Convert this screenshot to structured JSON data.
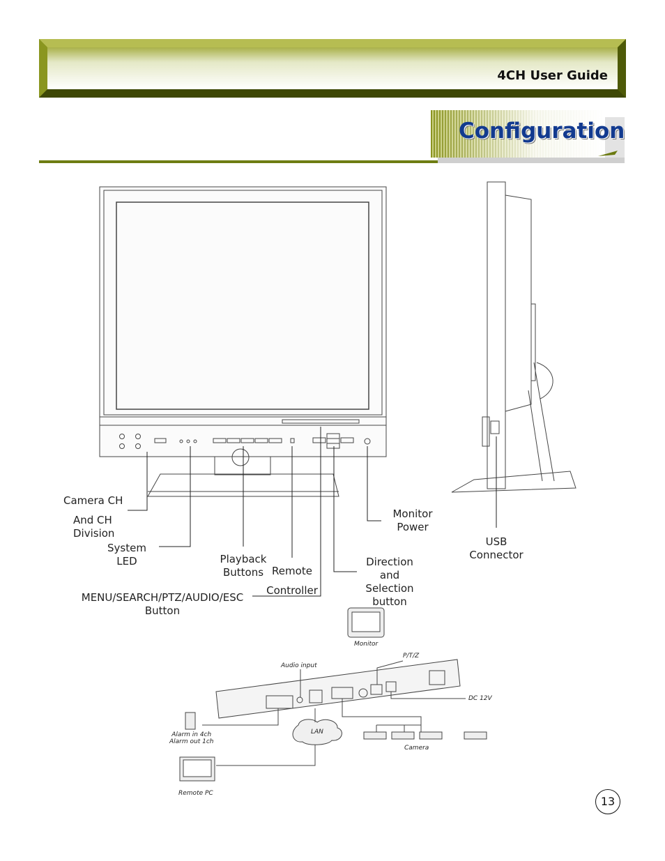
{
  "header": {
    "title": "4CH User Guide"
  },
  "section": {
    "title": "Configuration"
  },
  "front_labels": {
    "camera_ch": "Camera CH",
    "and_ch_division": "And CH\nDivision",
    "system_led": "System\nLED",
    "playback_buttons": "Playback\nButtons",
    "remote": "Remote",
    "controller": "Controller",
    "menu_buttons": "MENU/SEARCH/PTZ/AUDIO/ESC\nButton",
    "direction": "Direction\nand\nSelection\nbutton",
    "monitor_power": "Monitor\nPower",
    "usb_connector": "USB\nConnector"
  },
  "rear_labels": {
    "monitor": "Monitor",
    "ptz": "P/T/Z",
    "audio_input": "Audio input",
    "dc12v": "DC 12V",
    "alarm": "Alarm in 4ch\nAlarm out 1ch",
    "lan": "LAN",
    "camera": "Camera",
    "remote_pc": "Remote PC"
  },
  "page_number": "13"
}
